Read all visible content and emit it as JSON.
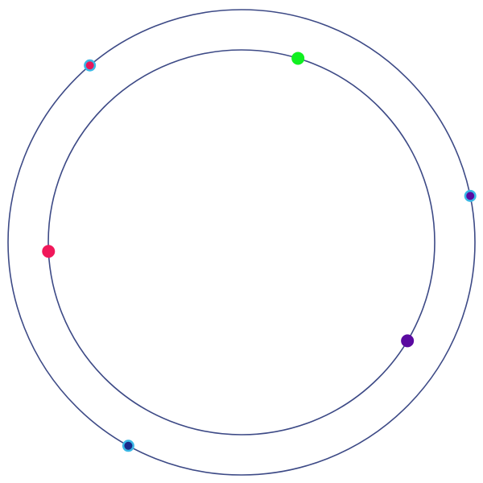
{
  "colors": {
    "background": "#ffffff",
    "ring": "#3d4a86",
    "halo": "#3ab8e6",
    "crimson": "#f0185a",
    "green": "#10f020",
    "purple": "#5a0aa0",
    "navy": "#1a2a8a"
  },
  "rings": [
    {
      "name": "outer-ring",
      "dots": [
        {
          "name": "outer-dot-crimson",
          "angle_deg": 229.5,
          "fill": "#e8185a",
          "halo": true
        },
        {
          "name": "outer-dot-purple",
          "angle_deg": 348.5,
          "fill": "#5a0aa0",
          "halo": true
        },
        {
          "name": "outer-dot-navy",
          "angle_deg": 119.0,
          "fill": "#1a2a8a",
          "halo": true
        }
      ]
    },
    {
      "name": "inner-ring",
      "dots": [
        {
          "name": "inner-dot-green",
          "angle_deg": 287.0,
          "fill": "#10f020",
          "halo": false
        },
        {
          "name": "inner-dot-crimson",
          "angle_deg": 177.3,
          "fill": "#f0185a",
          "halo": false
        },
        {
          "name": "inner-dot-purple",
          "angle_deg": 30.8,
          "fill": "#5a0aa0",
          "halo": false
        }
      ]
    }
  ]
}
